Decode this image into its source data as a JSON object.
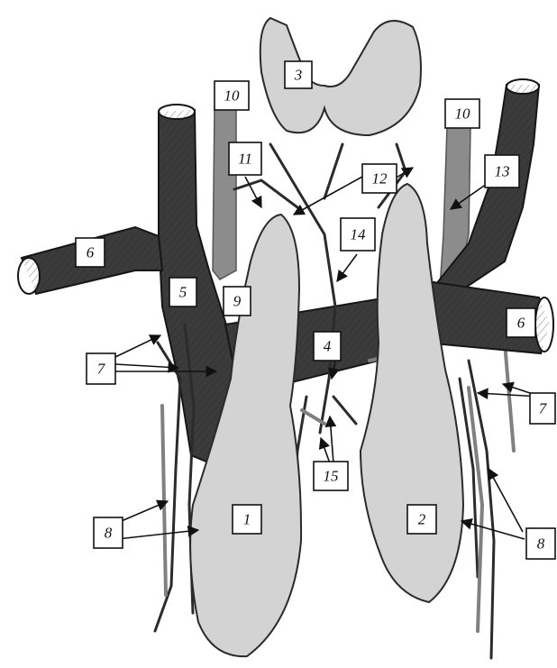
{
  "labels": {
    "l1": "1",
    "l2": "2",
    "l3": "3",
    "l4": "4",
    "l5": "5",
    "l6_left": "6",
    "l6_right": "6",
    "l7_left": "7",
    "l7_right": "7",
    "l8_left": "8",
    "l8_right": "8",
    "l9": "9",
    "l10_left": "10",
    "l10_right": "10",
    "l11": "11",
    "l12": "12",
    "l13": "13",
    "l14": "14",
    "l15": "15"
  },
  "colors": {
    "background": "#ffffff",
    "dark_vessel": "#3b3b3b",
    "grey_vessel": "#8c8c8c",
    "gland_fill": "#d3d3d3",
    "outline": "#111111"
  }
}
